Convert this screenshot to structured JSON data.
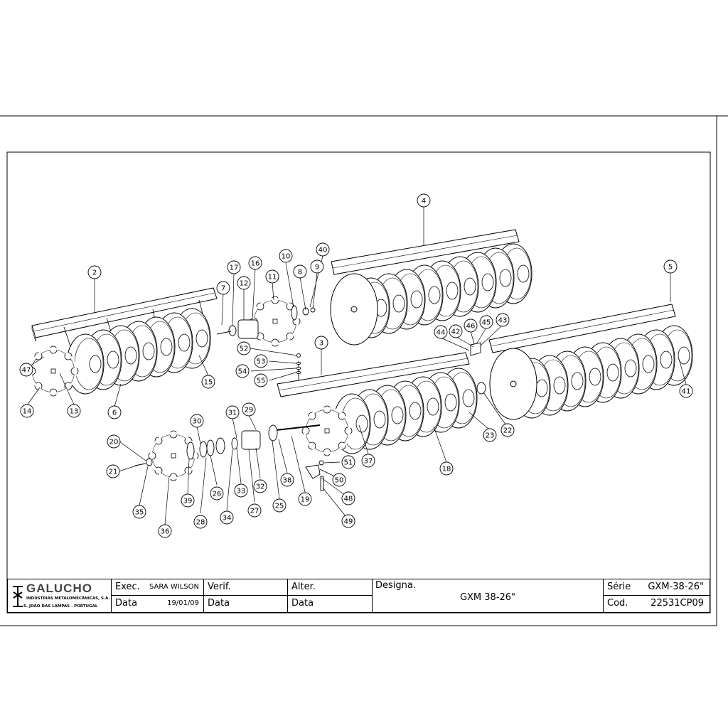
{
  "company": {
    "name": "GALUCHO",
    "line1": "INDÚSTRIAS METALOMECÂNICAS, S.A.",
    "line2": "S. JOÃO DAS LAMPAS - PORTUGAL"
  },
  "title_block": {
    "exec_label": "Exec.",
    "exec_value": "SARA WILSON",
    "verif_label": "Verif.",
    "alter_label": "Alter.",
    "data_label": "Data",
    "data_value": "19/01/09",
    "data2_label": "Data",
    "data3_label": "Data",
    "designa_label": "Designa.",
    "designa_value": "GXM 38-26\"",
    "serie_label": "Série",
    "serie_value": "GXM-38-26\"",
    "cod_label": "Cod.",
    "cod_value": "22531CP09"
  },
  "callouts": [
    "2",
    "3",
    "4",
    "5",
    "6",
    "7",
    "8",
    "9",
    "10",
    "11",
    "12",
    "13",
    "14",
    "15",
    "16",
    "17",
    "18",
    "19",
    "20",
    "21",
    "22",
    "23",
    "25",
    "26",
    "27",
    "28",
    "29",
    "30",
    "31",
    "32",
    "33",
    "34",
    "35",
    "36",
    "37",
    "38",
    "39",
    "40",
    "41",
    "42",
    "43",
    "44",
    "45",
    "46",
    "47",
    "48",
    "49",
    "50",
    "51",
    "52",
    "53",
    "54",
    "55"
  ]
}
